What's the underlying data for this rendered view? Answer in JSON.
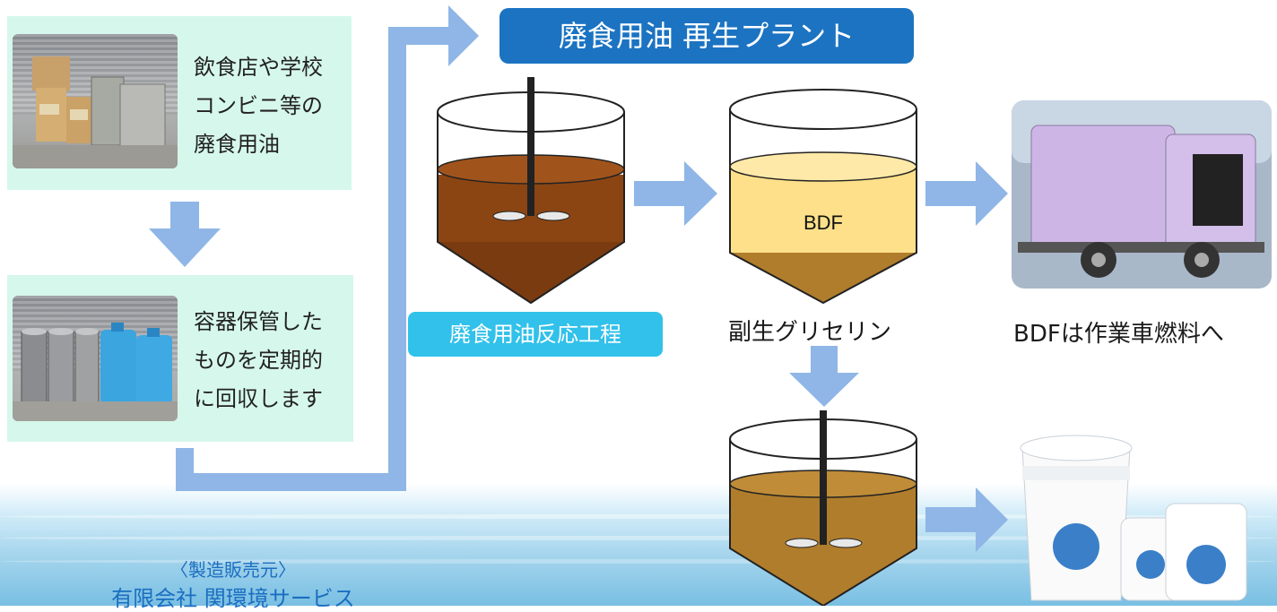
{
  "source_box": {
    "lines": [
      "飲食店や学校",
      "コンビニ等の",
      "廃食用油"
    ],
    "photo_icon": "oil-cans-photo"
  },
  "collection_box": {
    "lines": [
      "容器保管した",
      "ものを定期的",
      "に回収します"
    ],
    "photo_icon": "containers-photo"
  },
  "plant_title": "廃食用油 再生プラント",
  "reaction_step": "廃食用油反応工程",
  "bdf_tank_label": "BDF",
  "glycerin_label": "副生グリセリン",
  "bdf_use_label": "BDFは作業車燃料へ",
  "truck_icon": "garbage-truck-photo",
  "product_icon": "cleaner-bottles-photo",
  "maker": {
    "heading": "〈製造販売元〉",
    "company": "有限会社 関環境サービス"
  },
  "colors": {
    "arrow": "#8fb6e6",
    "title_pill": "#1b73c2",
    "step_pill": "#31c1ea",
    "box_bg": "#d6f7ec",
    "raw_oil": "#8b4513",
    "bdf": "#ffe08a",
    "glycerin": "#b07d2c",
    "text_blue": "#1b6ec0"
  }
}
